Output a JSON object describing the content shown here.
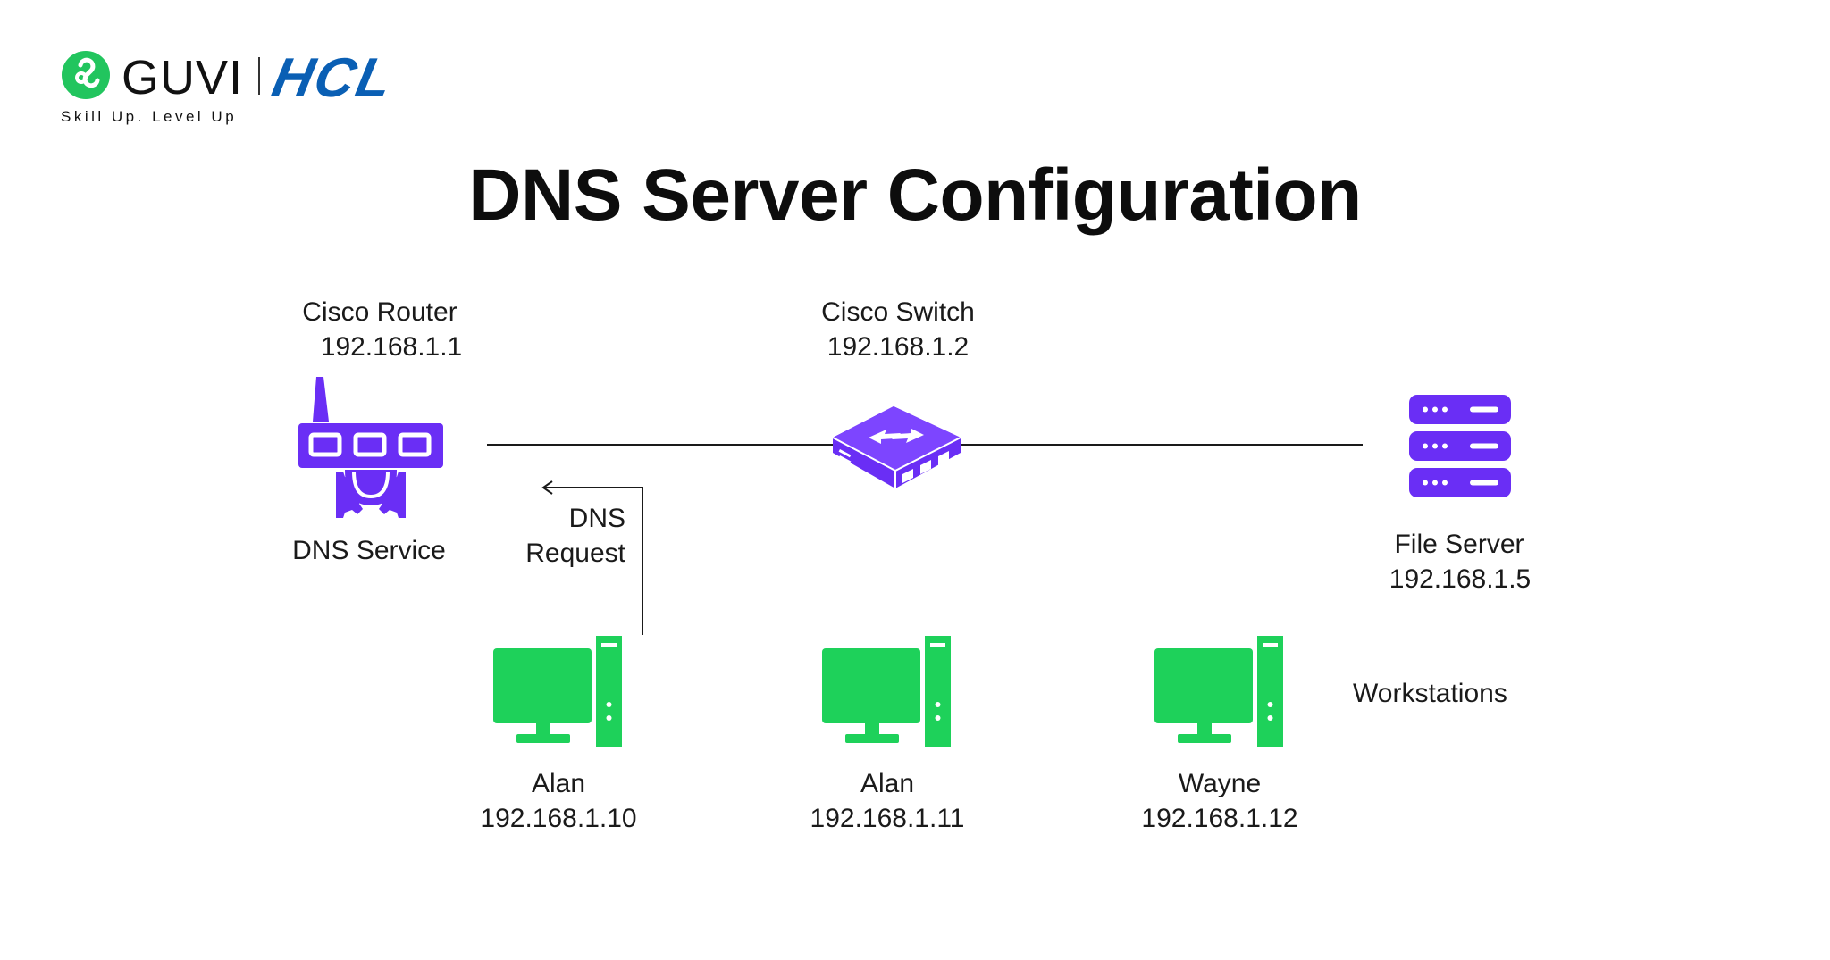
{
  "brand": {
    "guvi": "GUVI",
    "hcl": "HCL",
    "tagline": "Skill Up. Level Up"
  },
  "title": "DNS Server Configuration",
  "router": {
    "name": "Cisco Router",
    "ip": "192.168.1.1",
    "service": "DNS Service"
  },
  "switch": {
    "name": "Cisco Switch",
    "ip": "192.168.1.2"
  },
  "file_server": {
    "name": "File Server",
    "ip": "192.168.1.5"
  },
  "dns_request": {
    "line1": "DNS",
    "line2": "Request"
  },
  "workstations_label": "Workstations",
  "workstations": [
    {
      "name": "Alan",
      "ip": "192.168.1.10"
    },
    {
      "name": "Alan",
      "ip": "192.168.1.11"
    },
    {
      "name": "Wayne",
      "ip": "192.168.1.12"
    }
  ],
  "colors": {
    "device_purple": "#6a2ef5",
    "workstation_green": "#1ed15a",
    "guvi_green": "#22c55e",
    "hcl_blue": "#0a5fb4",
    "line": "#1a1a1a"
  }
}
